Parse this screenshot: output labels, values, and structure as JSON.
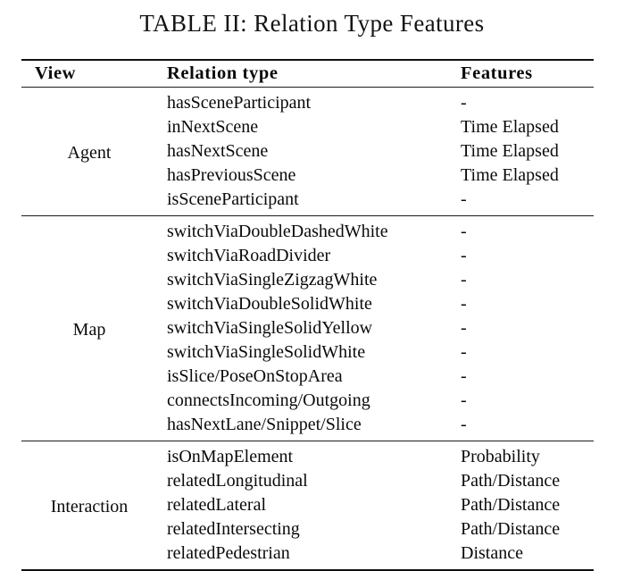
{
  "document": {
    "caption": "TABLE II: Relation Type Features",
    "type": "academic-table",
    "style": "booktabs"
  },
  "table": {
    "headers": {
      "view": "View",
      "relation_type": "Relation type",
      "features": "Features"
    },
    "sections": [
      {
        "view": "Agent",
        "rows": [
          {
            "relation": "hasSceneParticipant",
            "features": "-"
          },
          {
            "relation": "inNextScene",
            "features": "Time Elapsed"
          },
          {
            "relation": "hasNextScene",
            "features": "Time Elapsed"
          },
          {
            "relation": "hasPreviousScene",
            "features": "Time Elapsed"
          },
          {
            "relation": "isSceneParticipant",
            "features": "-"
          }
        ]
      },
      {
        "view": "Map",
        "rows": [
          {
            "relation": "switchViaDoubleDashedWhite",
            "features": "-"
          },
          {
            "relation": "switchViaRoadDivider",
            "features": "-"
          },
          {
            "relation": "switchViaSingleZigzagWhite",
            "features": "-"
          },
          {
            "relation": "switchViaDoubleSolidWhite",
            "features": "-"
          },
          {
            "relation": "switchViaSingleSolidYellow",
            "features": "-"
          },
          {
            "relation": "switchViaSingleSolidWhite",
            "features": "-"
          },
          {
            "relation": "isSlice/PoseOnStopArea",
            "features": "-"
          },
          {
            "relation": "connectsIncoming/Outgoing",
            "features": "-"
          },
          {
            "relation": "hasNextLane/Snippet/Slice",
            "features": "-"
          }
        ]
      },
      {
        "view": "Interaction",
        "rows": [
          {
            "relation": "isOnMapElement",
            "features": "Probability"
          },
          {
            "relation": "relatedLongitudinal",
            "features": "Path/Distance"
          },
          {
            "relation": "relatedLateral",
            "features": "Path/Distance"
          },
          {
            "relation": "relatedIntersecting",
            "features": "Path/Distance"
          },
          {
            "relation": "relatedPedestrian",
            "features": "Distance"
          }
        ]
      }
    ]
  },
  "colors": {
    "page_background": "#ffffff",
    "text": "#0a0a0a",
    "rule": "#121212"
  }
}
